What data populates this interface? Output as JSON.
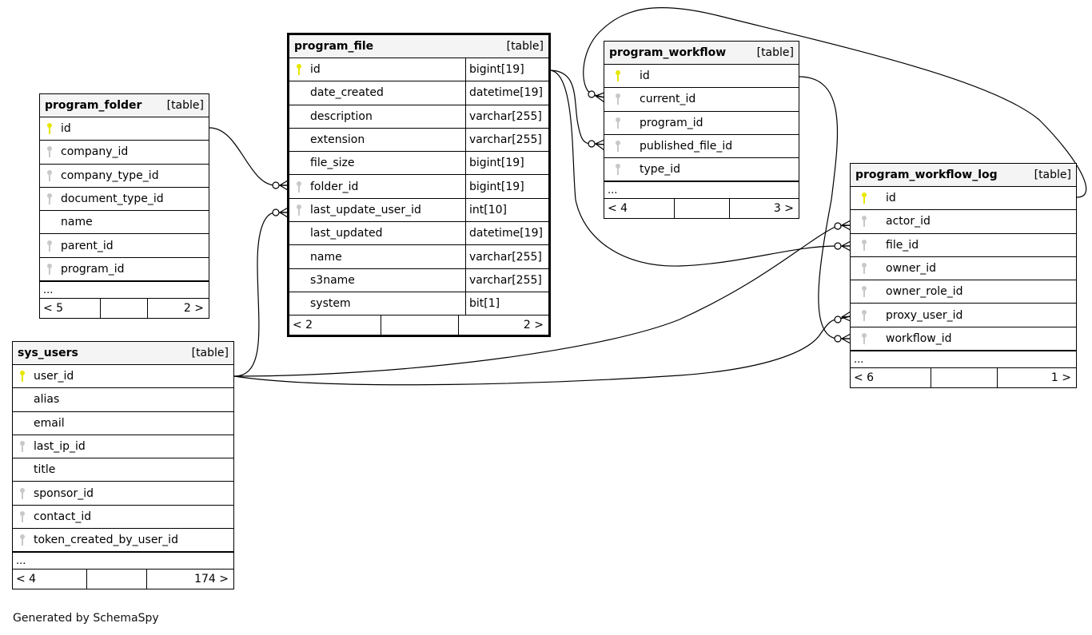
{
  "diagram": {
    "footer": "Generated by SchemaSpy",
    "colors": {
      "primary_key": "#e6e600",
      "foreign_key": "#c8c8c8",
      "header_bg": "#f4f4f4",
      "line": "#000000"
    },
    "tables": {
      "program_folder": {
        "name": "program_folder",
        "kind": "[table]",
        "columns": [
          {
            "name": "id",
            "key": "pk"
          },
          {
            "name": "company_id",
            "key": "fk"
          },
          {
            "name": "company_type_id",
            "key": "fk"
          },
          {
            "name": "document_type_id",
            "key": "fk"
          },
          {
            "name": "name",
            "key": "none"
          },
          {
            "name": "parent_id",
            "key": "fk"
          },
          {
            "name": "program_id",
            "key": "fk"
          }
        ],
        "more": "...",
        "parents": "< 5",
        "children": "2 >"
      },
      "program_file": {
        "name": "program_file",
        "kind": "[table]",
        "columns": [
          {
            "name": "id",
            "type": "bigint[19]",
            "key": "pk"
          },
          {
            "name": "date_created",
            "type": "datetime[19]",
            "key": "none"
          },
          {
            "name": "description",
            "type": "varchar[255]",
            "key": "none"
          },
          {
            "name": "extension",
            "type": "varchar[255]",
            "key": "none"
          },
          {
            "name": "file_size",
            "type": "bigint[19]",
            "key": "none"
          },
          {
            "name": "folder_id",
            "type": "bigint[19]",
            "key": "fk"
          },
          {
            "name": "last_update_user_id",
            "type": "int[10]",
            "key": "fk"
          },
          {
            "name": "last_updated",
            "type": "datetime[19]",
            "key": "none"
          },
          {
            "name": "name",
            "type": "varchar[255]",
            "key": "none"
          },
          {
            "name": "s3name",
            "type": "varchar[255]",
            "key": "none"
          },
          {
            "name": "system",
            "type": "bit[1]",
            "key": "none"
          }
        ],
        "parents": "< 2",
        "children": "2 >"
      },
      "program_workflow": {
        "name": "program_workflow",
        "kind": "[table]",
        "columns": [
          {
            "name": "id",
            "key": "pk"
          },
          {
            "name": "current_id",
            "key": "fk"
          },
          {
            "name": "program_id",
            "key": "fk"
          },
          {
            "name": "published_file_id",
            "key": "fk"
          },
          {
            "name": "type_id",
            "key": "fk"
          }
        ],
        "more": "...",
        "parents": "< 4",
        "children": "3 >"
      },
      "program_workflow_log": {
        "name": "program_workflow_log",
        "kind": "[table]",
        "columns": [
          {
            "name": "id",
            "key": "pk"
          },
          {
            "name": "actor_id",
            "key": "fk"
          },
          {
            "name": "file_id",
            "key": "fk"
          },
          {
            "name": "owner_id",
            "key": "fk"
          },
          {
            "name": "owner_role_id",
            "key": "fk"
          },
          {
            "name": "proxy_user_id",
            "key": "fk"
          },
          {
            "name": "workflow_id",
            "key": "fk"
          }
        ],
        "more": "...",
        "parents": "< 6",
        "children": "1 >"
      },
      "sys_users": {
        "name": "sys_users",
        "kind": "[table]",
        "columns": [
          {
            "name": "user_id",
            "key": "pk"
          },
          {
            "name": "alias",
            "key": "none"
          },
          {
            "name": "email",
            "key": "none"
          },
          {
            "name": "last_ip_id",
            "key": "fk"
          },
          {
            "name": "title",
            "key": "none"
          },
          {
            "name": "sponsor_id",
            "key": "fk"
          },
          {
            "name": "contact_id",
            "key": "fk"
          },
          {
            "name": "token_created_by_user_id",
            "key": "fk"
          }
        ],
        "more": "...",
        "parents": "< 4",
        "children": "174 >"
      }
    },
    "relationships": [
      {
        "from": "program_folder.id",
        "to": "program_file.folder_id"
      },
      {
        "from": "sys_users.user_id",
        "to": "program_file.last_update_user_id"
      },
      {
        "from": "program_file.id",
        "to": "program_workflow.published_file_id"
      },
      {
        "from": "program_file.id",
        "to": "program_workflow_log.file_id"
      },
      {
        "from": "program_workflow_log.id",
        "to": "program_workflow.current_id"
      },
      {
        "from": "program_workflow.id",
        "to": "program_workflow_log.workflow_id"
      },
      {
        "from": "sys_users.user_id",
        "to": "program_workflow_log.actor_id"
      },
      {
        "from": "sys_users.user_id",
        "to": "program_workflow_log.proxy_user_id"
      }
    ]
  }
}
